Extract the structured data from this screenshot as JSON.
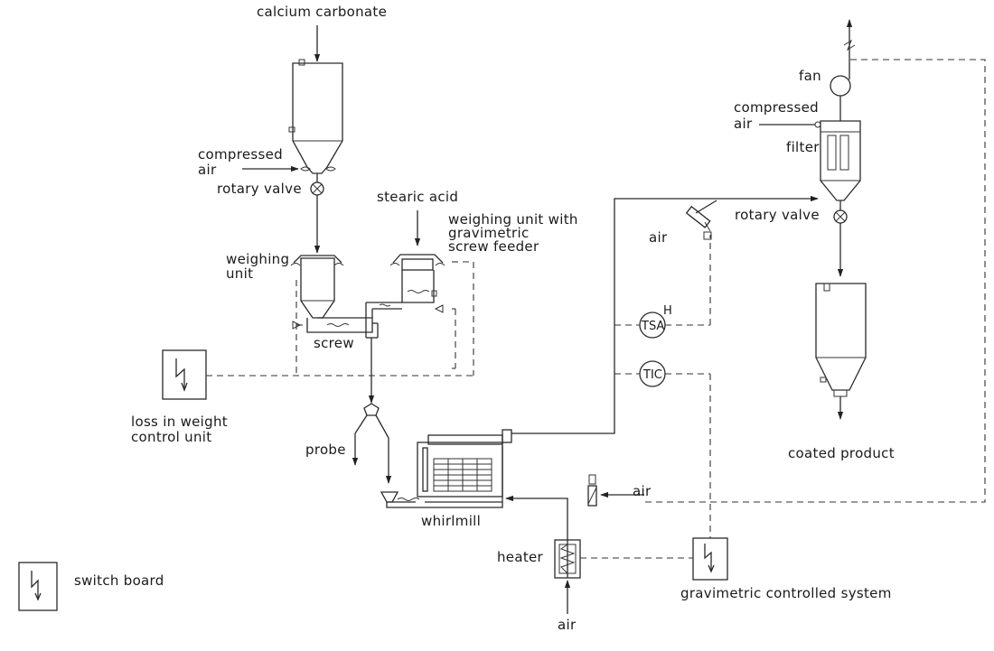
{
  "labels": {
    "calcium_carbonate": "calcium carbonate",
    "compressed_air_left_1": "compressed",
    "compressed_air_left_2": "air",
    "rotary_valve_left": "rotary valve",
    "stearic_acid": "stearic acid",
    "weighing_screw_1": "weighing unit with",
    "weighing_screw_2": "gravimetric",
    "weighing_screw_3": "screw feeder",
    "weighing_unit_1": "weighing",
    "weighing_unit_2": "unit",
    "screw": "screw",
    "loss_in_weight_1": "loss in weight",
    "loss_in_weight_2": "control unit",
    "probe": "probe",
    "whirlmill": "whirlmill",
    "switch_board": "switch board",
    "heater": "heater",
    "air_bottom": "air",
    "air_mill": "air",
    "air_valve": "air",
    "gravimetric_system": "gravimetric controlled system",
    "fan": "fan",
    "compressed_air_right_1": "compressed",
    "compressed_air_right_2": "air",
    "filter": "filter",
    "rotary_valve_right": "rotary valve",
    "coated_product": "coated product"
  },
  "instruments": {
    "tsa": "TSA",
    "tsa_tag": "H",
    "tic": "TIC"
  }
}
